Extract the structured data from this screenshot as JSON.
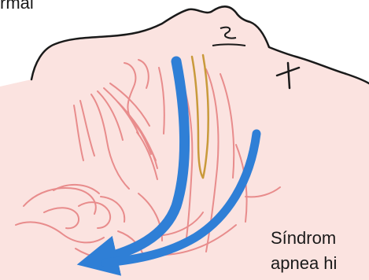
{
  "texts": {
    "top_fragment": "rmal",
    "caption_line_1": "Síndrom",
    "caption_line_2": "apnea hi"
  },
  "colors": {
    "skin_fill": "#fbe3e0",
    "outline": "#1a1a1a",
    "muscle_lines": "#e88c8c",
    "airway_arrow": "#2f7fd6",
    "nerve_gold": "#c99a3b"
  },
  "icons": {
    "airflow": "down-arrow-icon"
  }
}
